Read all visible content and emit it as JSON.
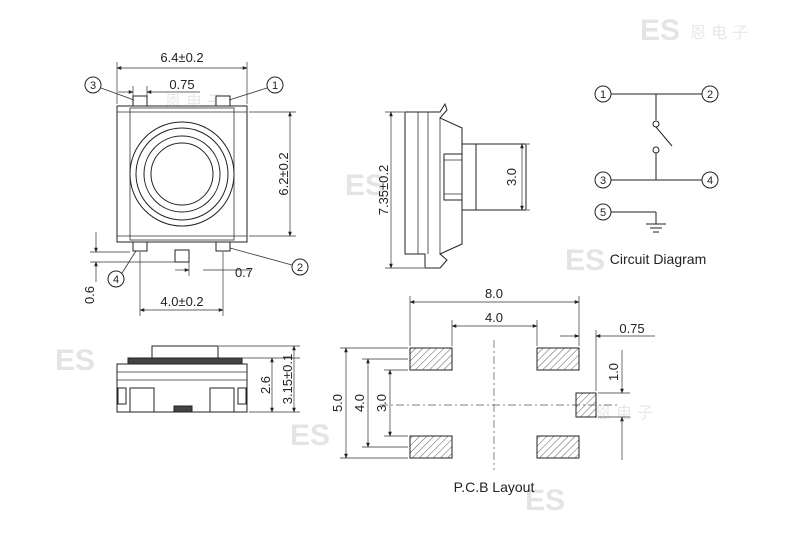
{
  "watermark": {
    "logo": "ES",
    "cn": "恩 电 子"
  },
  "top_view": {
    "width_dim": "6.4±0.2",
    "pin_dim": "0.75",
    "height_dim": "6.2±0.2",
    "pitch_dim": "4.0±0.2",
    "lead_dim": "0.7",
    "foot_dim": "0.6",
    "pins": [
      "1",
      "2",
      "3",
      "4"
    ]
  },
  "side_view": {
    "total_dim": "7.35±0.2",
    "stem_dim": "3.0"
  },
  "front_view": {
    "height_dim": "2.6",
    "total_dim": "3.15±0.1"
  },
  "circuit": {
    "title": "Circuit Diagram",
    "pins": [
      "1",
      "2",
      "3",
      "4",
      "5"
    ]
  },
  "pcb": {
    "title": "P.C.B Layout",
    "width_dim": "8.0",
    "pitch_dim": "4.0",
    "pad_w_dim": "0.75",
    "height_dim": "5.0",
    "inner_h_dim": "4.0",
    "pitch_v_dim": "3.0",
    "pad_h_dim": "1.0"
  }
}
